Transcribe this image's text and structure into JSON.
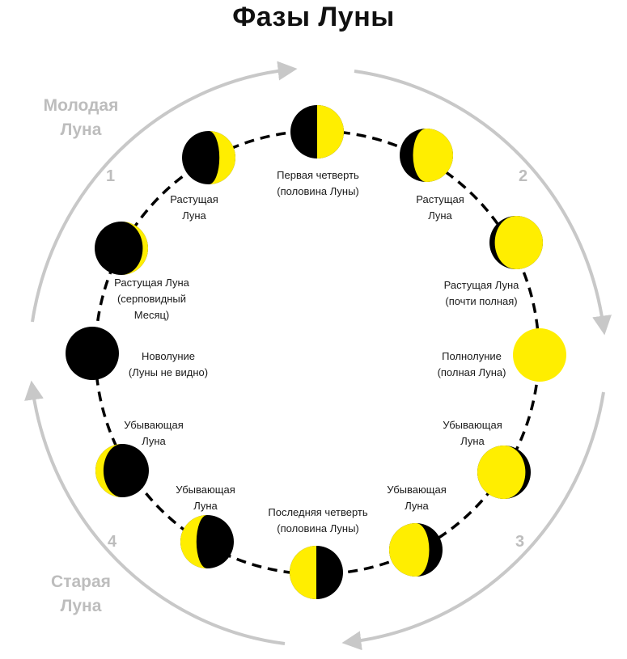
{
  "title": "Фазы Луны",
  "colors": {
    "moon_lit": "#ffee00",
    "moon_dark": "#000000",
    "cycle_arrows": "#c8c8c8",
    "orbit": "#000000"
  },
  "quarters": [
    {
      "number": "1",
      "name_line1": "Молодая",
      "name_line2": "Луна"
    },
    {
      "number": "2",
      "name_line1": "",
      "name_line2": ""
    },
    {
      "number": "3",
      "name_line1": "",
      "name_line2": ""
    },
    {
      "number": "4",
      "name_line1": "Старая",
      "name_line2": "Луна"
    }
  ],
  "phases": [
    {
      "id": "first-quarter",
      "lines": [
        "Первая четверть",
        "(половина Луны)"
      ],
      "lit_side": "right",
      "lit_fraction": 0.5
    },
    {
      "id": "waxing-gibbous-a",
      "lines": [
        "Растущая",
        "Луна"
      ],
      "lit_side": "right",
      "lit_fraction": 0.75
    },
    {
      "id": "waxing-almost-full",
      "lines": [
        "Растущая Луна",
        "(почти полная)"
      ],
      "lit_side": "right",
      "lit_fraction": 0.9
    },
    {
      "id": "full-moon",
      "lines": [
        "Полнолуние",
        "(полная Луна)"
      ],
      "lit_side": "right",
      "lit_fraction": 1.0
    },
    {
      "id": "waning-gibbous-a",
      "lines": [
        "Убывающая",
        "Луна"
      ],
      "lit_side": "left",
      "lit_fraction": 0.9
    },
    {
      "id": "waning-gibbous-b",
      "lines": [
        "Убывающая",
        "Луна"
      ],
      "lit_side": "left",
      "lit_fraction": 0.75
    },
    {
      "id": "last-quarter",
      "lines": [
        "Последняя четверть",
        "(половина Луны)"
      ],
      "lit_side": "left",
      "lit_fraction": 0.5
    },
    {
      "id": "waning-crescent-a",
      "lines": [
        "Убывающая",
        "Луна"
      ],
      "lit_side": "left",
      "lit_fraction": 0.3
    },
    {
      "id": "waning-crescent-b",
      "lines": [
        "Убывающая",
        "Луна"
      ],
      "lit_side": "left",
      "lit_fraction": 0.15
    },
    {
      "id": "new-moon",
      "lines": [
        "Новолуние",
        "(Луны не видно)"
      ],
      "lit_side": "none",
      "lit_fraction": 0.0
    },
    {
      "id": "waxing-crescent-sickle",
      "lines": [
        "Растущая Луна",
        "(серповидный",
        "Месяц)"
      ],
      "lit_side": "right",
      "lit_fraction": 0.1
    },
    {
      "id": "waxing-crescent-b",
      "lines": [
        "Растущая",
        "Луна"
      ],
      "lit_side": "right",
      "lit_fraction": 0.3
    }
  ]
}
